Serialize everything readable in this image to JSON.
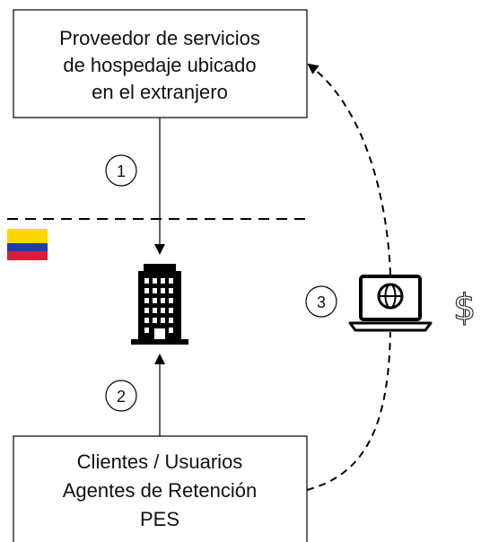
{
  "top_box": {
    "line1": "Proveedor de servicios",
    "line2": "de hospedaje ubicado",
    "line3": "en el extranjero"
  },
  "bottom_box": {
    "line1": "Clientes / Usuarios",
    "line2": "Agentes de Retención",
    "line3": "PES"
  },
  "steps": {
    "step1": "1",
    "step2": "2",
    "step3": "3"
  },
  "dollar_symbol": "$",
  "flag": {
    "country": "Colombia",
    "colors": [
      "#FFD700",
      "#1F3DAA",
      "#D41F3A"
    ]
  },
  "icons": [
    "building-icon",
    "laptop-icon",
    "globe-icon",
    "colombia-flag-icon"
  ],
  "line_color": "#000000"
}
